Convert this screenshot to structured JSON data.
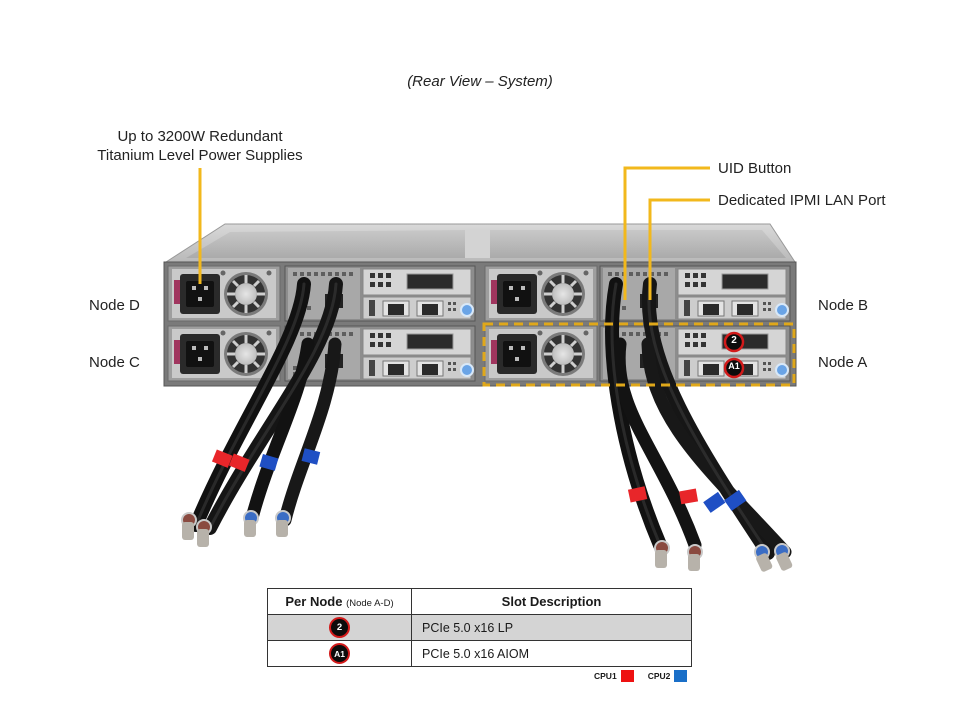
{
  "title": "(Rear View – System)",
  "callouts": {
    "psu_line1": "Up to 3200W Redundant",
    "psu_line2": "Titanium Level Power Supplies",
    "uid_button": "UID Button",
    "ipmi_port": "Dedicated IPMI LAN Port"
  },
  "nodes": {
    "d": "Node D",
    "c": "Node C",
    "b": "Node B",
    "a": "Node A"
  },
  "slot_markers": {
    "slot2": "2",
    "slotA1": "A1"
  },
  "table": {
    "header": {
      "col1_main": "Per Node",
      "col1_sub": "(Node A-D)",
      "col2": "Slot Description"
    },
    "rows": [
      {
        "badge": "2",
        "description": "PCIe 5.0 x16 LP",
        "shaded": true
      },
      {
        "badge": "A1",
        "description": "PCIe 5.0 x16 AIOM",
        "shaded": false
      }
    ]
  },
  "legend": [
    {
      "label": "CPU1",
      "color": "#ee1111"
    },
    {
      "label": "CPU2",
      "color": "#1a6fc8"
    }
  ],
  "colors": {
    "callout_line": "#f2b81c",
    "highlight_box": "#e0a81a",
    "badge_ring": "#d21a1a",
    "cpu1_band": "#e8262a",
    "cpu2_band": "#1f4fc4"
  }
}
